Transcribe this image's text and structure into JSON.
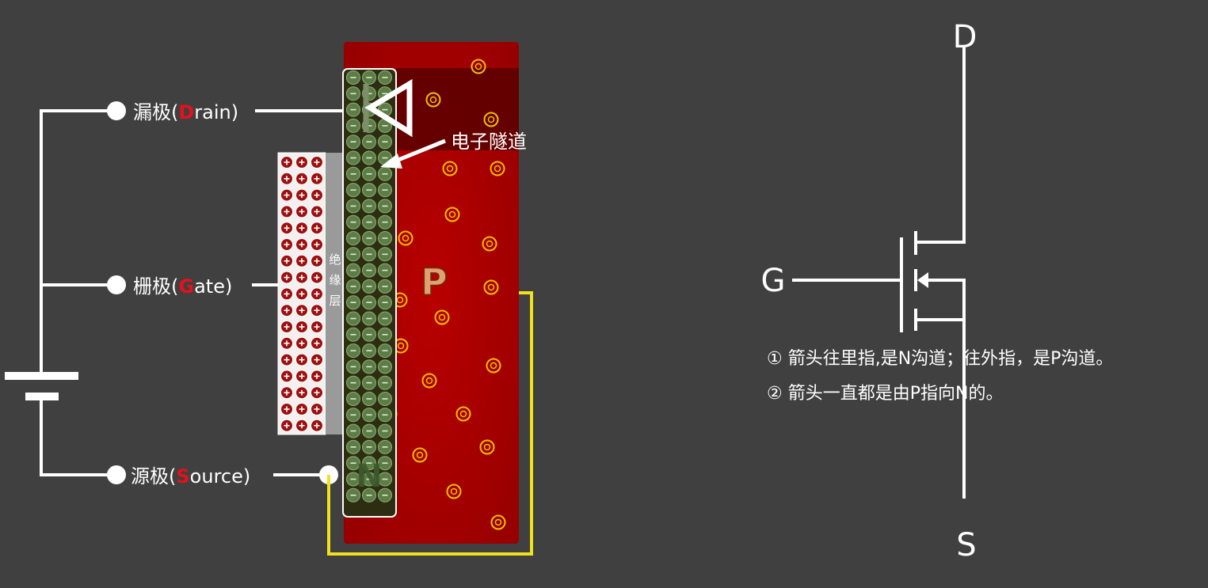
{
  "labels": {
    "drain_cn": "漏极",
    "drain_letter": "D",
    "drain_rest": "rain",
    "gate_cn": "栅极",
    "gate_letter": "G",
    "gate_rest": "ate",
    "source_cn": "源极",
    "source_letter": "S",
    "source_rest": "ource",
    "open_paren": "(",
    "close_paren": ")",
    "tunnel": "电子隧道",
    "insulator": [
      "绝",
      "缘",
      "层"
    ],
    "p_region": "P",
    "n_region": "N"
  },
  "symbol": {
    "drain": "D",
    "gate": "G",
    "source": "S"
  },
  "notes": [
    "① 箭头往里指,是N沟道；往外指，是P沟道。",
    "② 箭头一直都是由P指向N的。"
  ],
  "colors": {
    "background": "#404040",
    "p_substrate": "#a00000",
    "n_region": "#5c7e46",
    "hole_ring": "#f0c000",
    "wire": "#ffffff",
    "ground_wire": "#f0e020",
    "accent_letter": "#e8101a"
  },
  "icons": {
    "diode": "diode-icon",
    "battery": "battery-icon",
    "mosfet": "mosfet-symbol-icon"
  }
}
